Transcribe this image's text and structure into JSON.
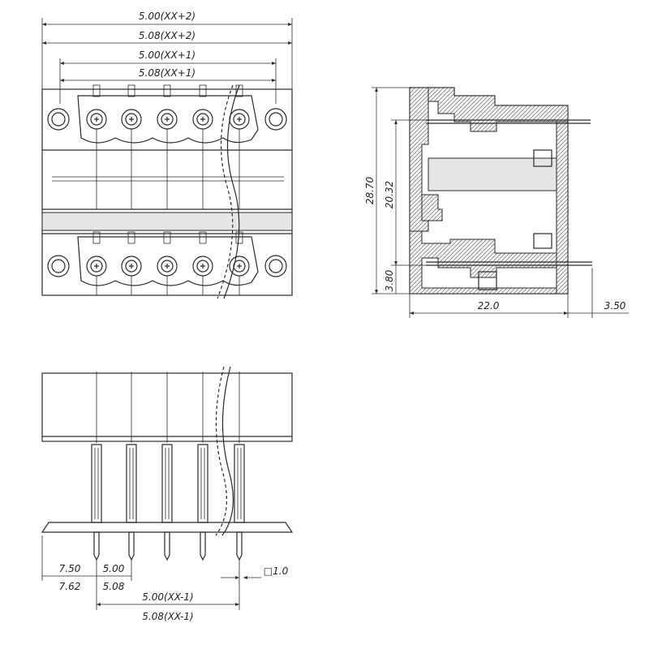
{
  "top_view": {
    "dims": [
      "5.00(XX+2)",
      "5.08(XX+2)",
      "5.00(XX+1)",
      "5.08(XX+1)"
    ],
    "pin_count": 5
  },
  "side_view": {
    "dims": {
      "height_total": "28.70",
      "height_inner": "20.32",
      "height_base": "3.80",
      "depth": "22.0",
      "pin_extension": "3.50"
    }
  },
  "front_view": {
    "dims": {
      "margin_a": "7.50",
      "margin_b": "7.62",
      "pitch_a": "5.00",
      "pitch_b": "5.08",
      "span_a": "5.00(XX-1)",
      "span_b": "5.08(XX-1)",
      "pin_square": "□1.0"
    },
    "pin_count": 5
  },
  "colors": {
    "line": "#2a2a2a",
    "fill": "#e6e6e6"
  }
}
